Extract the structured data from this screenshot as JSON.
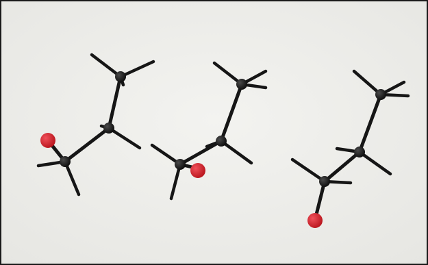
{
  "scene": {
    "background_color": "#efefeb",
    "frame_color": "#1a1a1a",
    "stick_color": "#161616",
    "atom_color": "#141414",
    "oxygen_color": "#d01e26"
  },
  "molecules": [
    {
      "name": "molecule-model-left",
      "atoms": [
        {
          "id": "c-top",
          "element": "carbon"
        },
        {
          "id": "c-middle",
          "element": "carbon"
        },
        {
          "id": "c-bottom",
          "element": "carbon"
        },
        {
          "id": "o",
          "element": "oxygen"
        }
      ]
    },
    {
      "name": "molecule-model-center",
      "atoms": [
        {
          "id": "c-top",
          "element": "carbon"
        },
        {
          "id": "c-middle",
          "element": "carbon"
        },
        {
          "id": "c-bottom",
          "element": "carbon"
        },
        {
          "id": "o",
          "element": "oxygen"
        }
      ]
    },
    {
      "name": "molecule-model-right",
      "atoms": [
        {
          "id": "c-top",
          "element": "carbon"
        },
        {
          "id": "c-middle",
          "element": "carbon"
        },
        {
          "id": "c-bottom",
          "element": "carbon"
        },
        {
          "id": "o",
          "element": "oxygen"
        }
      ]
    }
  ]
}
